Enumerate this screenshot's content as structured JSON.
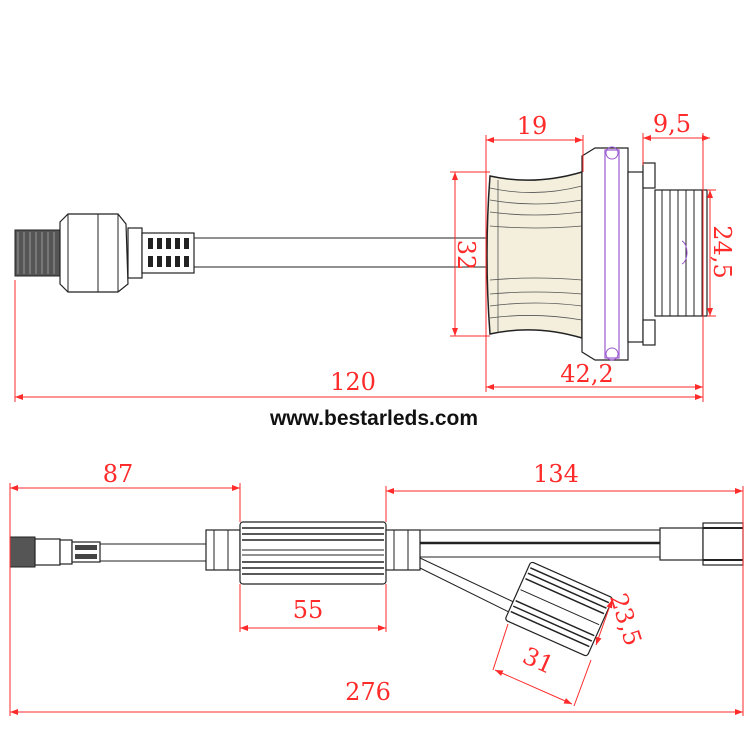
{
  "website": "www.bestarleds.com",
  "top_view": {
    "dim_heatsink_length": "19",
    "dim_thread_length": "9,5",
    "dim_heatsink_diameter": "32",
    "dim_thread_diameter": "24,5",
    "dim_bulb_length": "42,2",
    "dim_total_length": "120"
  },
  "bottom_view": {
    "dim_left_cable": "87",
    "dim_right_cable": "134",
    "dim_driver_length": "55",
    "dim_small_box_length": "31",
    "dim_small_box_width": "23,5",
    "dim_total_length": "276"
  },
  "colors": {
    "dimension": "#ff2a2a",
    "ring": "#9b59d0"
  }
}
